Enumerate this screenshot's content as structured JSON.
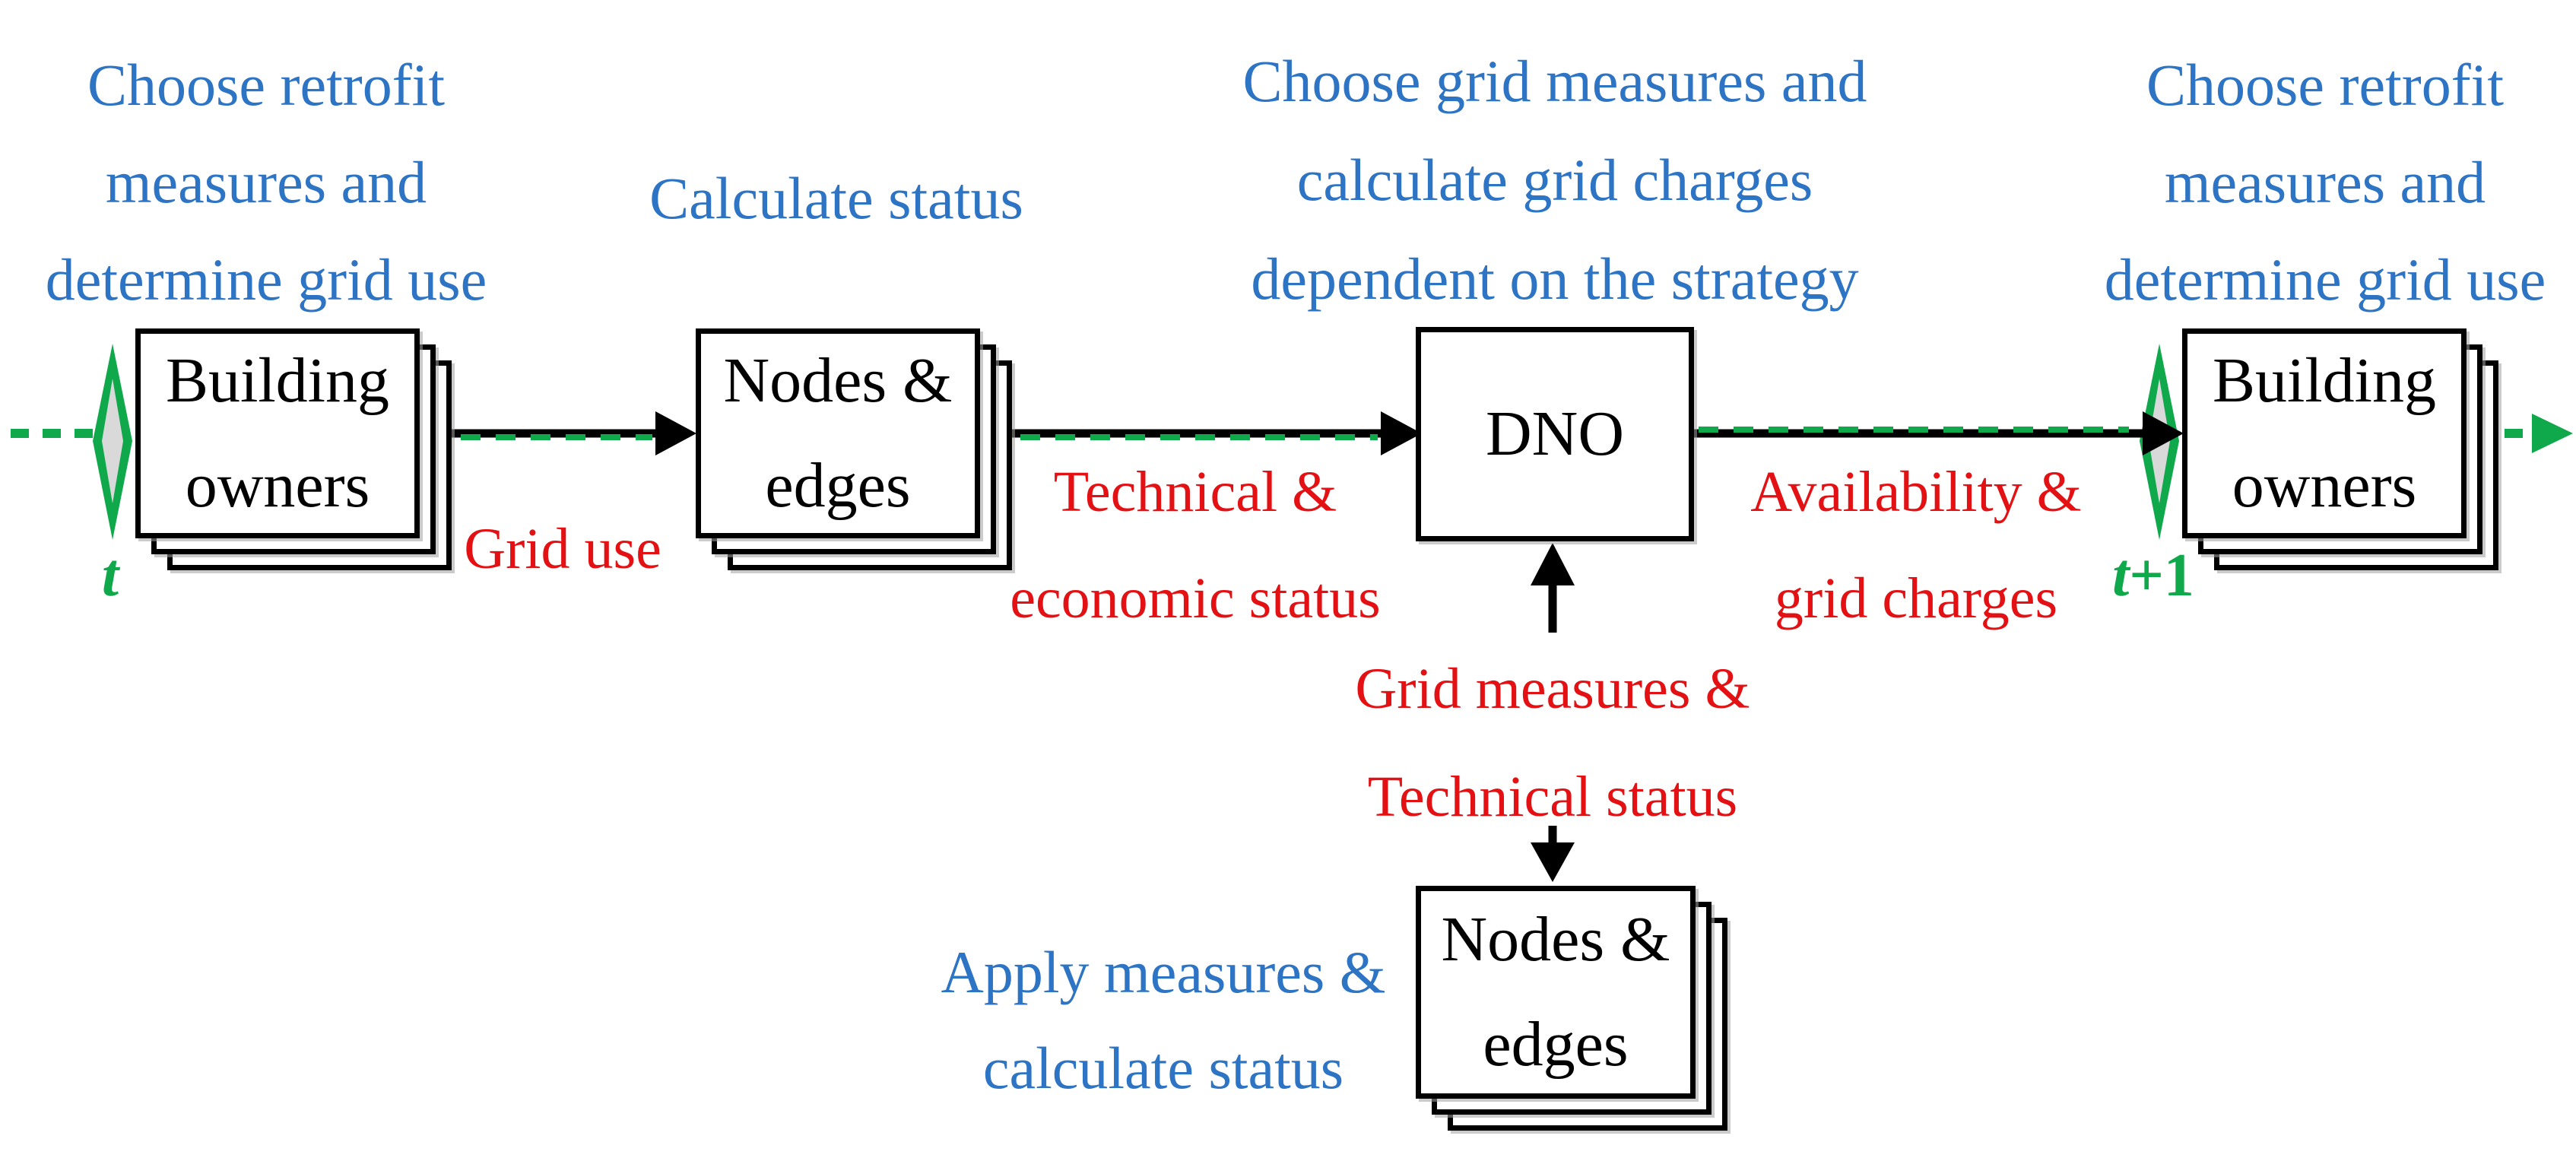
{
  "colors": {
    "blue": "#2D74C4",
    "red": "#E31113",
    "green": "#0FA84B",
    "diamond_inner": "#D9D9D9",
    "black": "#000000"
  },
  "captions": {
    "left": {
      "lines": [
        "Choose retrofit",
        "measures and",
        "determine grid use"
      ]
    },
    "calculate_status": {
      "lines": [
        "Calculate status"
      ]
    },
    "center": {
      "lines": [
        "Choose grid measures and",
        "calculate grid charges",
        "dependent on the strategy"
      ]
    },
    "right": {
      "lines": [
        "Choose retrofit",
        "measures and",
        "determine grid use"
      ]
    },
    "apply": {
      "lines": [
        "Apply measures &",
        "calculate status"
      ]
    }
  },
  "boxes": {
    "building_owners_t": {
      "lines": [
        "Building",
        "owners"
      ]
    },
    "nodes_edges_top": {
      "lines": [
        "Nodes &",
        "edges"
      ]
    },
    "dno": {
      "lines": [
        "DNO"
      ]
    },
    "building_owners_t1": {
      "lines": [
        "Building",
        "owners"
      ]
    },
    "nodes_edges_bottom": {
      "lines": [
        "Nodes &",
        "edges"
      ]
    }
  },
  "edge_labels": {
    "grid_use": "Grid use",
    "technical_economic": [
      "Technical &",
      "economic status"
    ],
    "availability_charges": [
      "Availability &",
      "grid charges"
    ],
    "grid_measures_technical": [
      "Grid measures &",
      "Technical status"
    ]
  },
  "time_markers": {
    "t": "t",
    "t_plus_one": "t+1"
  }
}
